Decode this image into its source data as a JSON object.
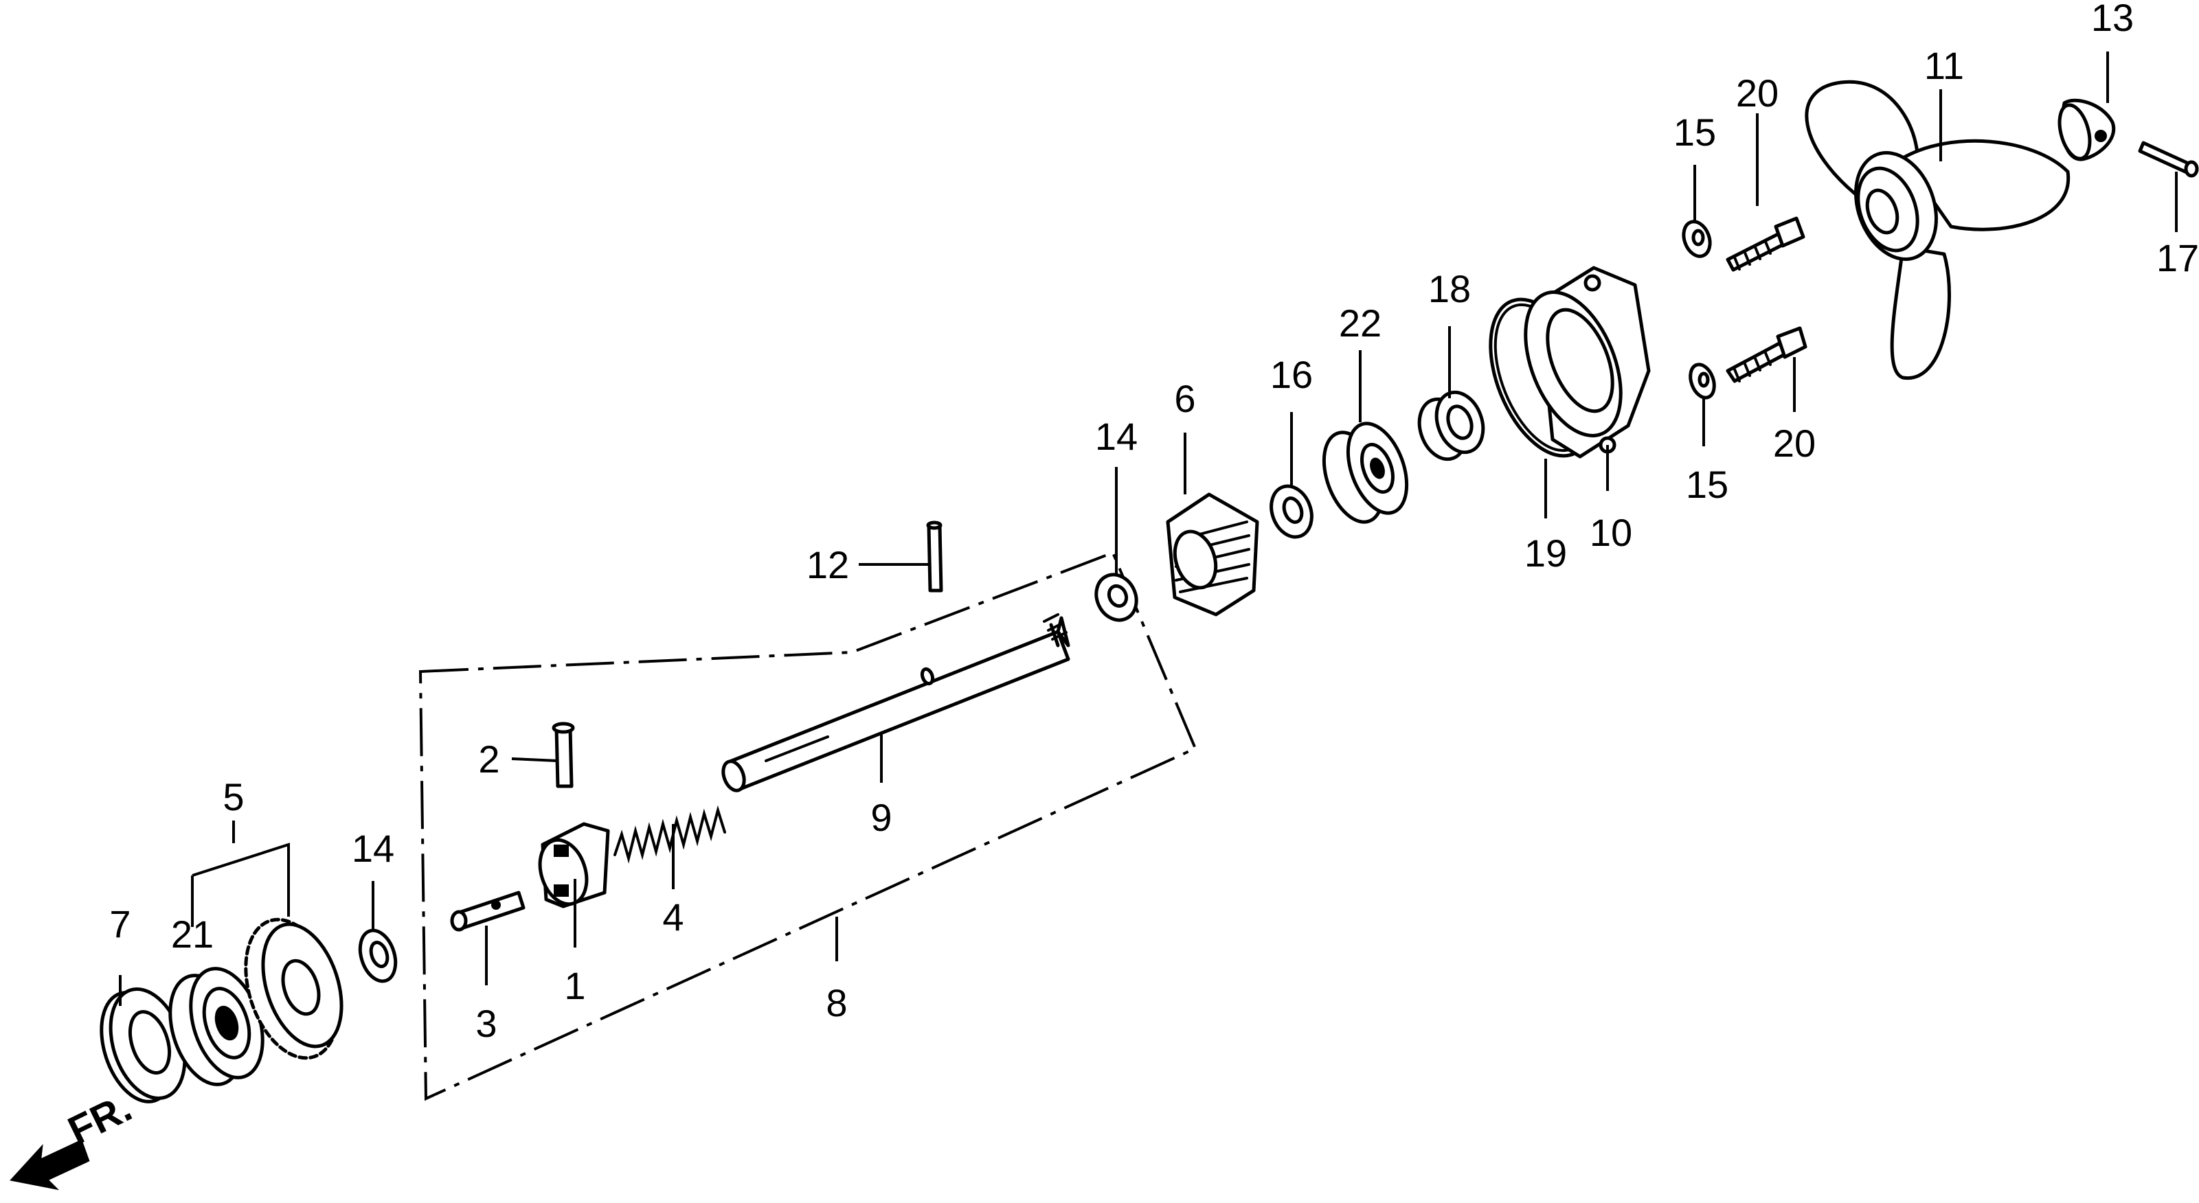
{
  "callouts": [
    {
      "id": "c1",
      "label": "1"
    },
    {
      "id": "c2",
      "label": "2"
    },
    {
      "id": "c3",
      "label": "3"
    },
    {
      "id": "c4",
      "label": "4"
    },
    {
      "id": "c5",
      "label": "5"
    },
    {
      "id": "c6",
      "label": "6"
    },
    {
      "id": "c7",
      "label": "7"
    },
    {
      "id": "c8",
      "label": "8"
    },
    {
      "id": "c9",
      "label": "9"
    },
    {
      "id": "c10",
      "label": "10"
    },
    {
      "id": "c11",
      "label": "11"
    },
    {
      "id": "c12",
      "label": "12"
    },
    {
      "id": "c13",
      "label": "13"
    },
    {
      "id": "c14a",
      "label": "14"
    },
    {
      "id": "c14b",
      "label": "14"
    },
    {
      "id": "c15a",
      "label": "15"
    },
    {
      "id": "c15b",
      "label": "15"
    },
    {
      "id": "c16",
      "label": "16"
    },
    {
      "id": "c17",
      "label": "17"
    },
    {
      "id": "c18",
      "label": "18"
    },
    {
      "id": "c19",
      "label": "19"
    },
    {
      "id": "c20a",
      "label": "20"
    },
    {
      "id": "c20b",
      "label": "20"
    },
    {
      "id": "c21",
      "label": "21"
    },
    {
      "id": "c22",
      "label": "22"
    }
  ],
  "front_indicator": {
    "label": "FR."
  }
}
